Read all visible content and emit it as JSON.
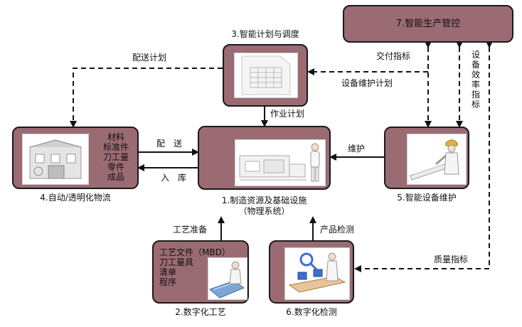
{
  "nodes": {
    "n1": {
      "caption_line1": "1.制造资源及基础设施",
      "caption_line2": "（物理系统）"
    },
    "n2": {
      "caption": "2.数字化工艺",
      "items": [
        "工艺文件（MBD）",
        "刀工量具",
        "清单",
        "程序"
      ]
    },
    "n3": {
      "caption": "3.智能计划与调度"
    },
    "n4": {
      "caption": "4.自动/透明化物流",
      "items": [
        "材料",
        "标准件",
        "刀工量",
        "零件",
        "成品"
      ]
    },
    "n5": {
      "caption": "5.智能设备维护"
    },
    "n6": {
      "caption": "6.数字化检测"
    },
    "n7": {
      "title": "7.智能生产管控"
    }
  },
  "edges": {
    "delivery_plan": "配送计划",
    "delivery_metrics": "交付指标",
    "maintenance_plan": "设备维护计划",
    "efficiency_metrics": "设备效率指标",
    "work_plan": "作业计划",
    "deliver": "配　送",
    "warehouse": "入　库",
    "maintain": "维护",
    "process_prep": "工艺准备",
    "product_inspect": "产品检测",
    "quality_metrics": "质量指标"
  },
  "colors": {
    "node_fill": "#9b6b74",
    "border": "#1a1a1a",
    "panel": "#ffffff"
  }
}
